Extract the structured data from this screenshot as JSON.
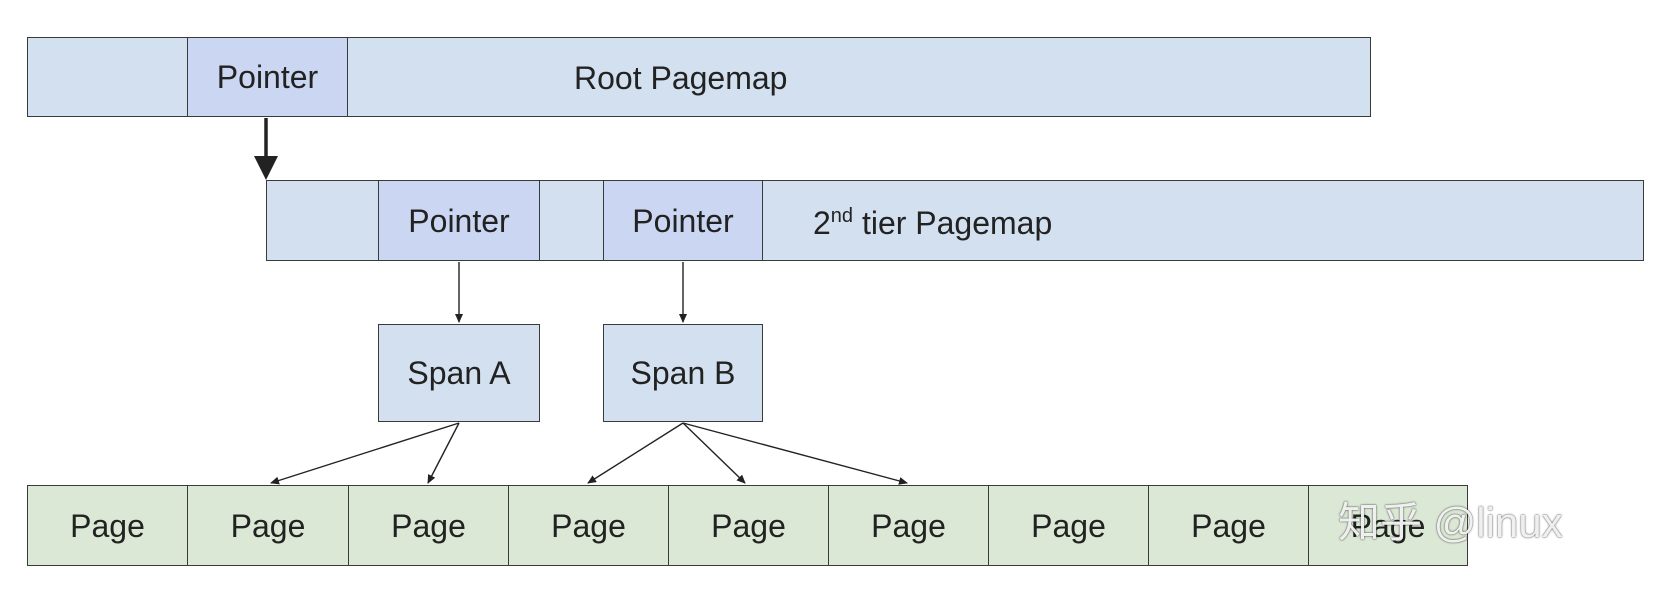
{
  "root_pagemap": {
    "title": "Root Pagemap",
    "pointer_label": "Pointer"
  },
  "second_tier_pagemap": {
    "title_prefix": "2",
    "title_superscript": "nd",
    "title_suffix": " tier Pagemap",
    "pointer_a_label": "Pointer",
    "pointer_b_label": "Pointer"
  },
  "spans": [
    {
      "label": "Span A"
    },
    {
      "label": "Span B"
    }
  ],
  "pages": [
    {
      "label": "Page"
    },
    {
      "label": "Page"
    },
    {
      "label": "Page"
    },
    {
      "label": "Page"
    },
    {
      "label": "Page"
    },
    {
      "label": "Page"
    },
    {
      "label": "Page"
    },
    {
      "label": "Page"
    },
    {
      "label": "Page"
    }
  ],
  "watermark": {
    "text": "知乎 @linux"
  },
  "colors": {
    "bar_fill": "#d3e0f0",
    "pointer_fill": "#cbd6f2",
    "page_fill": "#dbe8d5",
    "border": "#3a3a3a",
    "arrow": "#222222"
  }
}
